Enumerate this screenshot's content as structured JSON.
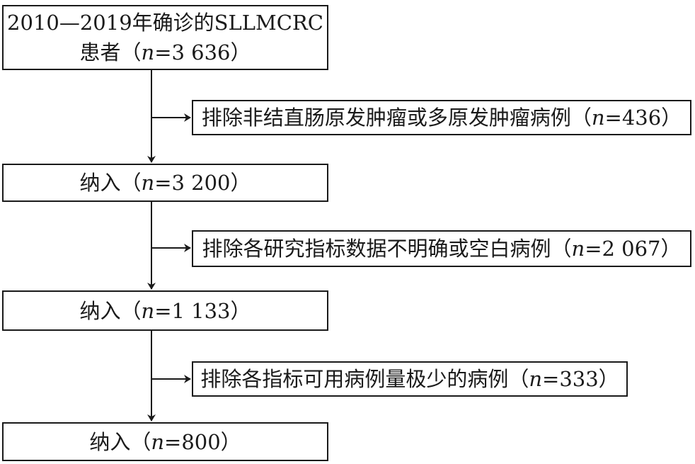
{
  "boxes": {
    "initial": {
      "line1": "2010—2019年确诊的SLLMCRC",
      "line2_prefix": "患者（",
      "n_symbol": "n",
      "line2_value": "=3 636）"
    },
    "exclusion1": {
      "prefix": "排除非结直肠原发肿瘤或多原发肿瘤病例（",
      "n_symbol": "n",
      "value": "=436）"
    },
    "included1": {
      "prefix": "纳入（",
      "n_symbol": "n",
      "value": "=3 200）"
    },
    "exclusion2": {
      "prefix": "排除各研究指标数据不明确或空白病例（",
      "n_symbol": "n",
      "value": "=2 067）"
    },
    "included2": {
      "prefix": "纳入（",
      "n_symbol": "n",
      "value": "=1 133）"
    },
    "exclusion3": {
      "prefix": "排除各指标可用病例量极少的病例（",
      "n_symbol": "n",
      "value": "=333）"
    },
    "final": {
      "prefix": "纳入（",
      "n_symbol": "n",
      "value": "=800）"
    }
  },
  "colors": {
    "stroke": "#1a1a1a",
    "background": "#ffffff"
  }
}
